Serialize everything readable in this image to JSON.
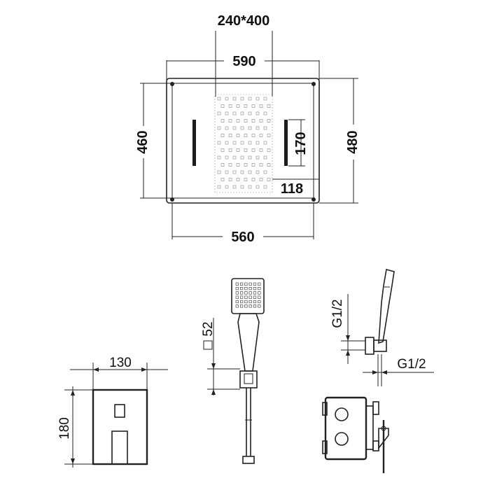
{
  "rain_panel": {
    "nozzle_area": "240*400",
    "outer_width": "590",
    "mount_width": "560",
    "outer_height": "480",
    "mount_height": "460",
    "light_strip": "170",
    "edge_offset": "118"
  },
  "hand_shower": {
    "head_width": "52"
  },
  "side_view": {
    "inlet_upper": "G1/2",
    "inlet_lower": "G1/2"
  },
  "valve_plate": {
    "width": "130",
    "height": "180"
  }
}
